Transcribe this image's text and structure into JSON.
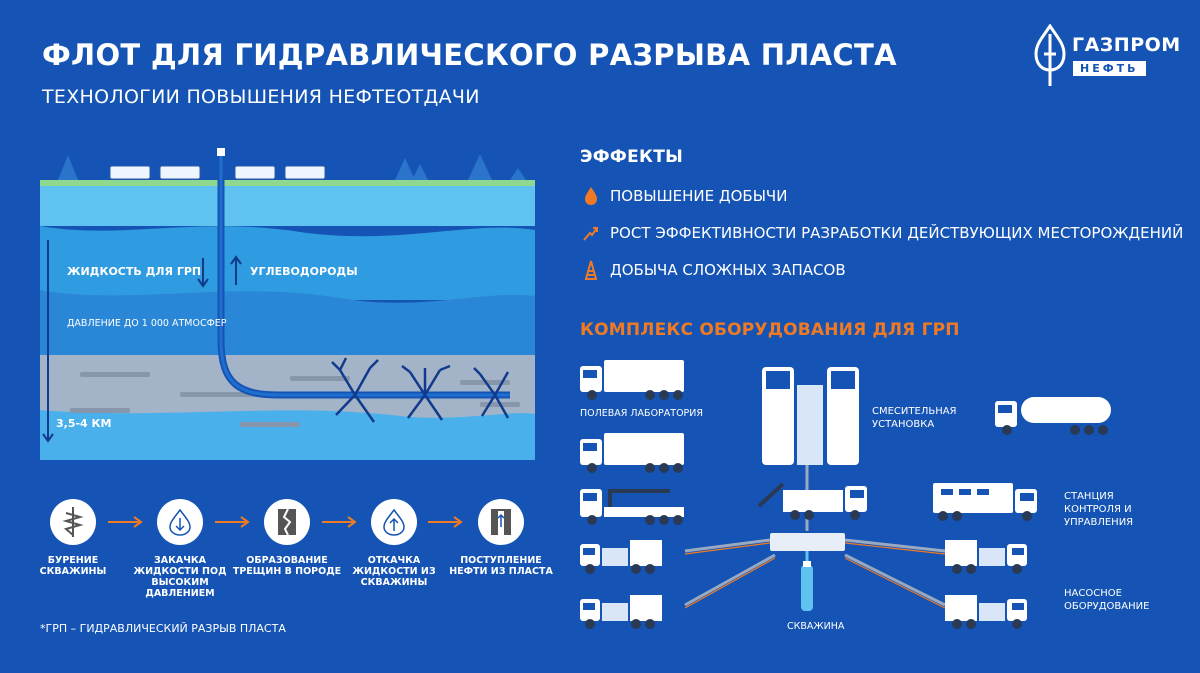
{
  "title": "ФЛОТ ДЛЯ ГИДРАВЛИЧЕСКОГО РАЗРЫВА ПЛАСТА",
  "subtitle": "ТЕХНОЛОГИИ ПОВЫШЕНИЯ НЕФТЕОТДАЧИ",
  "logo": {
    "main": "ГАЗПРОМ",
    "sub": "НЕФТЬ"
  },
  "diagram": {
    "fluid_label": "ЖИДКОСТЬ ДЛЯ ГРП",
    "hydrocarbons_label": "УГЛЕВОДОРОДЫ",
    "pressure_label": "ДАВЛЕНИЕ ДО 1 000 АТМОСФЕР",
    "depth_label": "3,5-4 КМ"
  },
  "effects": {
    "heading": "ЭФФЕКТЫ",
    "items": [
      {
        "icon": "oil-drop-icon",
        "label": "ПОВЫШЕНИЕ ДОБЫЧИ"
      },
      {
        "icon": "growth-arrow-icon",
        "label": "РОСТ ЭФФЕКТИВНОСТИ РАЗРАБОТКИ ДЕЙСТВУЮЩИХ МЕСТОРОЖДЕНИЙ"
      },
      {
        "icon": "oil-rig-icon",
        "label": "ДОБЫЧА СЛОЖНЫХ ЗАПАСОВ"
      }
    ]
  },
  "steps": [
    {
      "icon": "drill-icon",
      "label": "БУРЕНИЕ СКВАЖИНЫ"
    },
    {
      "icon": "arrow-down-icon",
      "label": "ЗАКАЧКА ЖИДКОСТИ ПОД ВЫСОКИМ ДАВЛЕНИЕМ"
    },
    {
      "icon": "crack-icon",
      "label": "ОБРАЗОВАНИЕ ТРЕЩИН В ПОРОДЕ"
    },
    {
      "icon": "arrow-up-icon",
      "label": "ОТКАЧКА ЖИДКОСТИ ИЗ СКВАЖИНЫ"
    },
    {
      "icon": "oil-flow-icon",
      "label": "ПОСТУПЛЕНИЕ НЕФТИ ИЗ ПЛАСТА"
    }
  ],
  "complex": {
    "heading": "КОМПЛЕКС ОБОРУДОВАНИЯ ДЛЯ ГРП",
    "field_lab": "ПОЛЕВАЯ ЛАБОРАТОРИЯ",
    "mixing_unit": "СМЕСИТЕЛЬНАЯ УСТАНОВКА",
    "control_station": "СТАНЦИЯ КОНТРОЛЯ И УПРАВЛЕНИЯ",
    "pumping": "НАСОСНОЕ ОБОРУДОВАНИЕ",
    "well": "СКВАЖИНА"
  },
  "footnote": "*ГРП – ГИДРАВЛИЧЕСКИЙ РАЗРЫВ ПЛАСТА",
  "colors": {
    "background": "#1554b4",
    "accent": "#f07a23",
    "light_blue": "#5fc2f0"
  }
}
